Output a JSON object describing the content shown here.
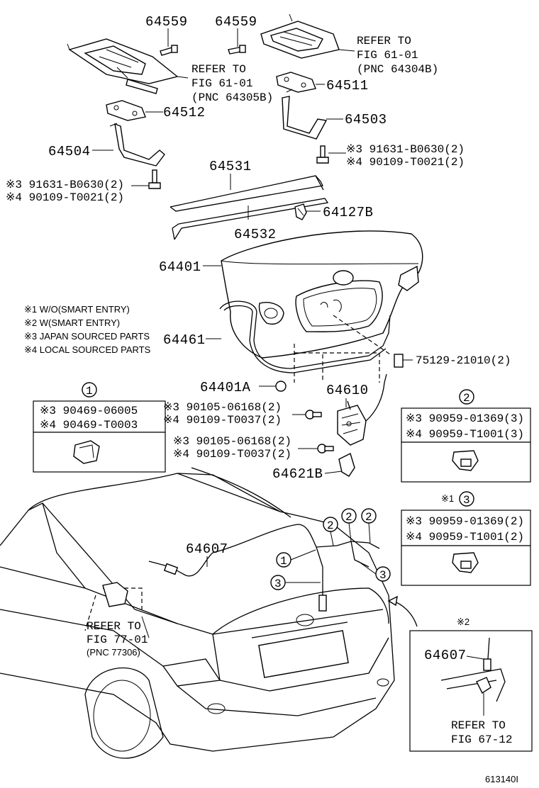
{
  "labels": {
    "p64559_left": "64559",
    "p64559_right": "64559",
    "refer_tr_1": "REFER TO",
    "refer_tr_2": "FIG 61-01",
    "refer_tr_3": "(PNC 64304B)",
    "refer_tl_1": "REFER TO",
    "refer_tl_2": "FIG 61-01",
    "refer_tl_3": "(PNC 64305B)",
    "p64511": "64511",
    "p64512": "64512",
    "p64503": "64503",
    "p64504": "64504",
    "r91631_right": "※3 91631-B0630(2)",
    "r90109_right": "※4 90109-T0021(2)",
    "p64531": "64531",
    "r91631_left": "※3 91631-B0630(2)",
    "r90109_left": "※4 90109-T0021(2)",
    "p64127B": "64127B",
    "p64532": "64532",
    "p64401": "64401",
    "note1": "※1 W/O(SMART ENTRY)",
    "note2": "※2 W(SMART ENTRY)",
    "note3": "※3 JAPAN SOURCED PARTS",
    "note4": "※4 LOCAL SOURCED PARTS",
    "p64461": "64461",
    "p75129": "75129-21010(2)",
    "p64401A": "64401A",
    "p64610": "64610",
    "c1_num": "1",
    "c1_row1": "※3 90469-06005",
    "c1_row2": "※4 90469-T0003",
    "c2_num": "2",
    "c2_row1": "※3 90959-01369(3)",
    "c2_row2": "※4 90959-T1001(3)",
    "r90105_a": "※3 90105-06168(2)",
    "r90109_a": "※4 90109-T0037(2)",
    "r90105_b": "※3 90105-06168(2)",
    "r90109_b": "※4 90109-T0037(2)",
    "p64621B": "64621B",
    "c3_prefix": "※1",
    "c3_num": "3",
    "c3_row1": "※3 90959-01369(2)",
    "c3_row2": "※4 90959-T1001(2)",
    "p64607": "64607",
    "callout_1": "1",
    "callout_2a": "2",
    "callout_2b": "2",
    "callout_2c": "2",
    "callout_3a": "3",
    "callout_3b": "3",
    "refer_77_1": "REFER TO",
    "refer_77_2": "FIG 77-01",
    "refer_77_3": "(PNC 77306)",
    "inset_prefix": "※2",
    "inset_64607": "64607",
    "inset_refer_1": "REFER TO",
    "inset_refer_2": "FIG 67-12",
    "figure_id": "613140I"
  }
}
